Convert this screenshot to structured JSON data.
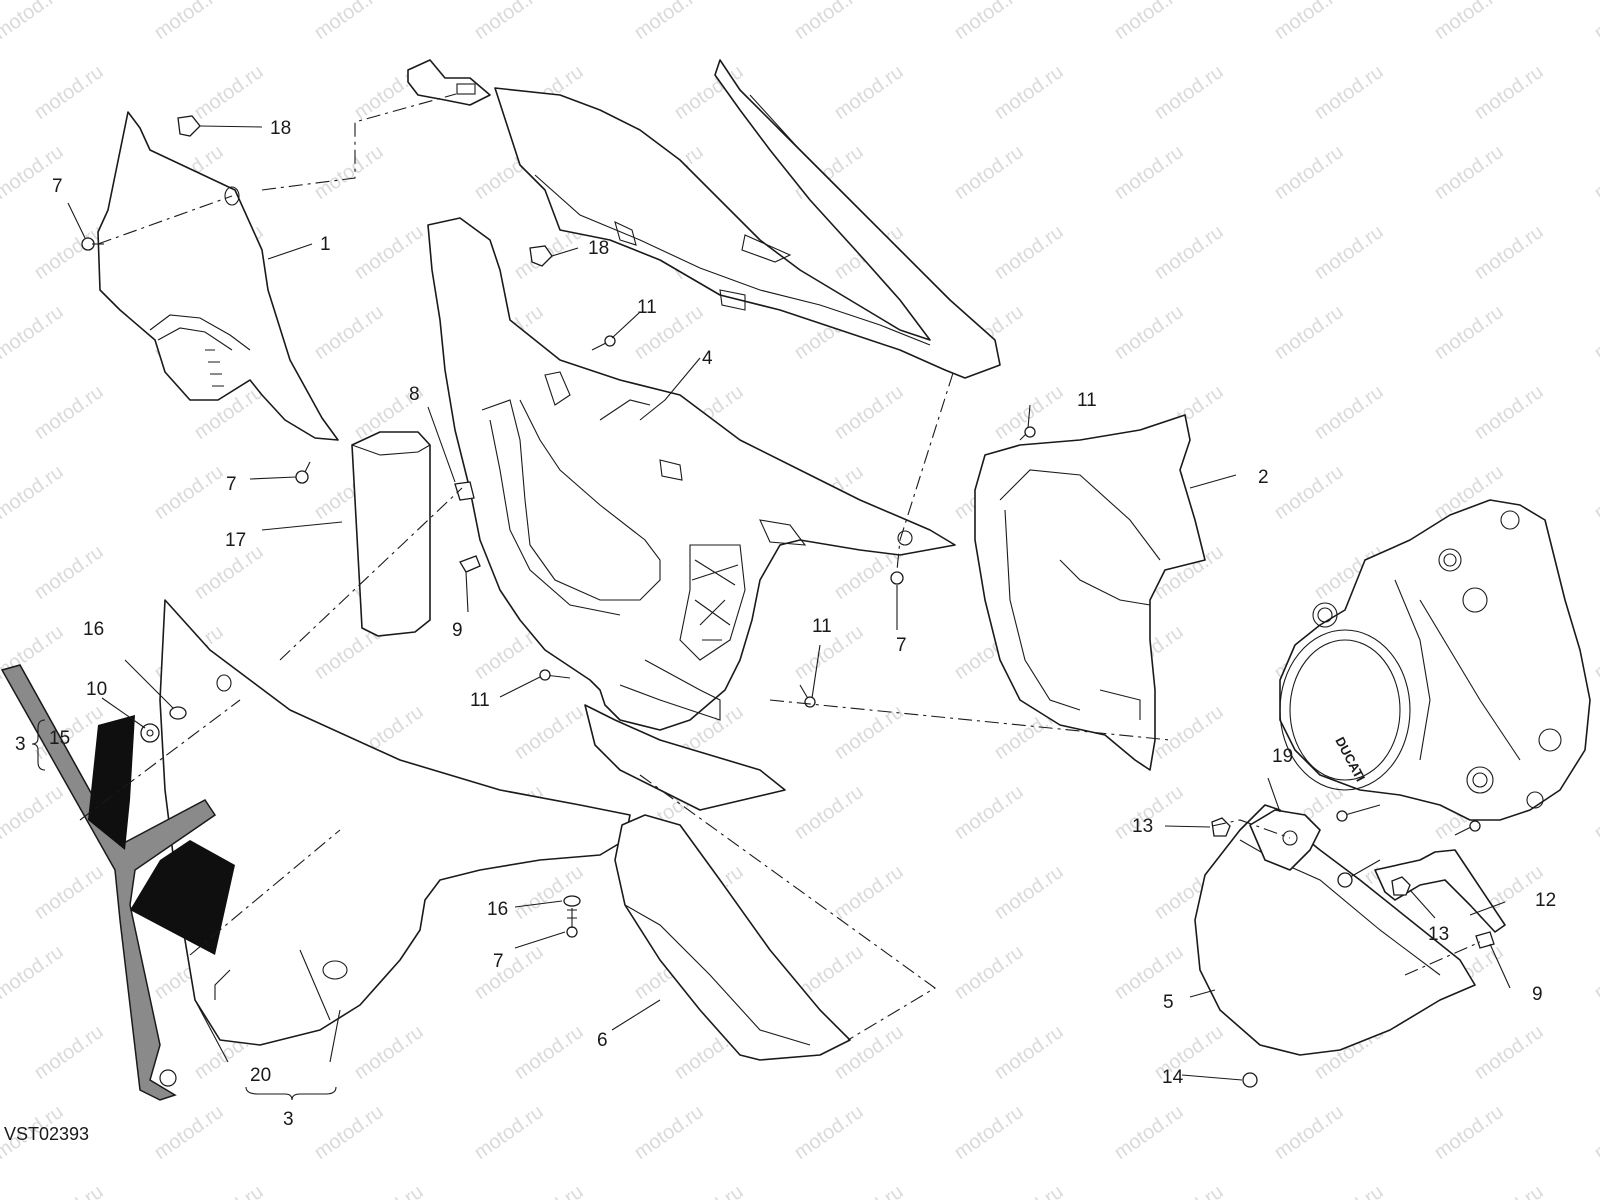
{
  "diagram": {
    "code": "VST02393",
    "watermark": "motod.ru",
    "brand_mark": "DUCATI",
    "callouts": [
      "1",
      "2",
      "3",
      "3",
      "4",
      "5",
      "6",
      "7",
      "7",
      "7",
      "7",
      "8",
      "9",
      "9",
      "10",
      "11",
      "11",
      "11",
      "11",
      "12",
      "13",
      "13",
      "14",
      "15",
      "16",
      "16",
      "17",
      "18",
      "18",
      "19",
      "20"
    ]
  }
}
